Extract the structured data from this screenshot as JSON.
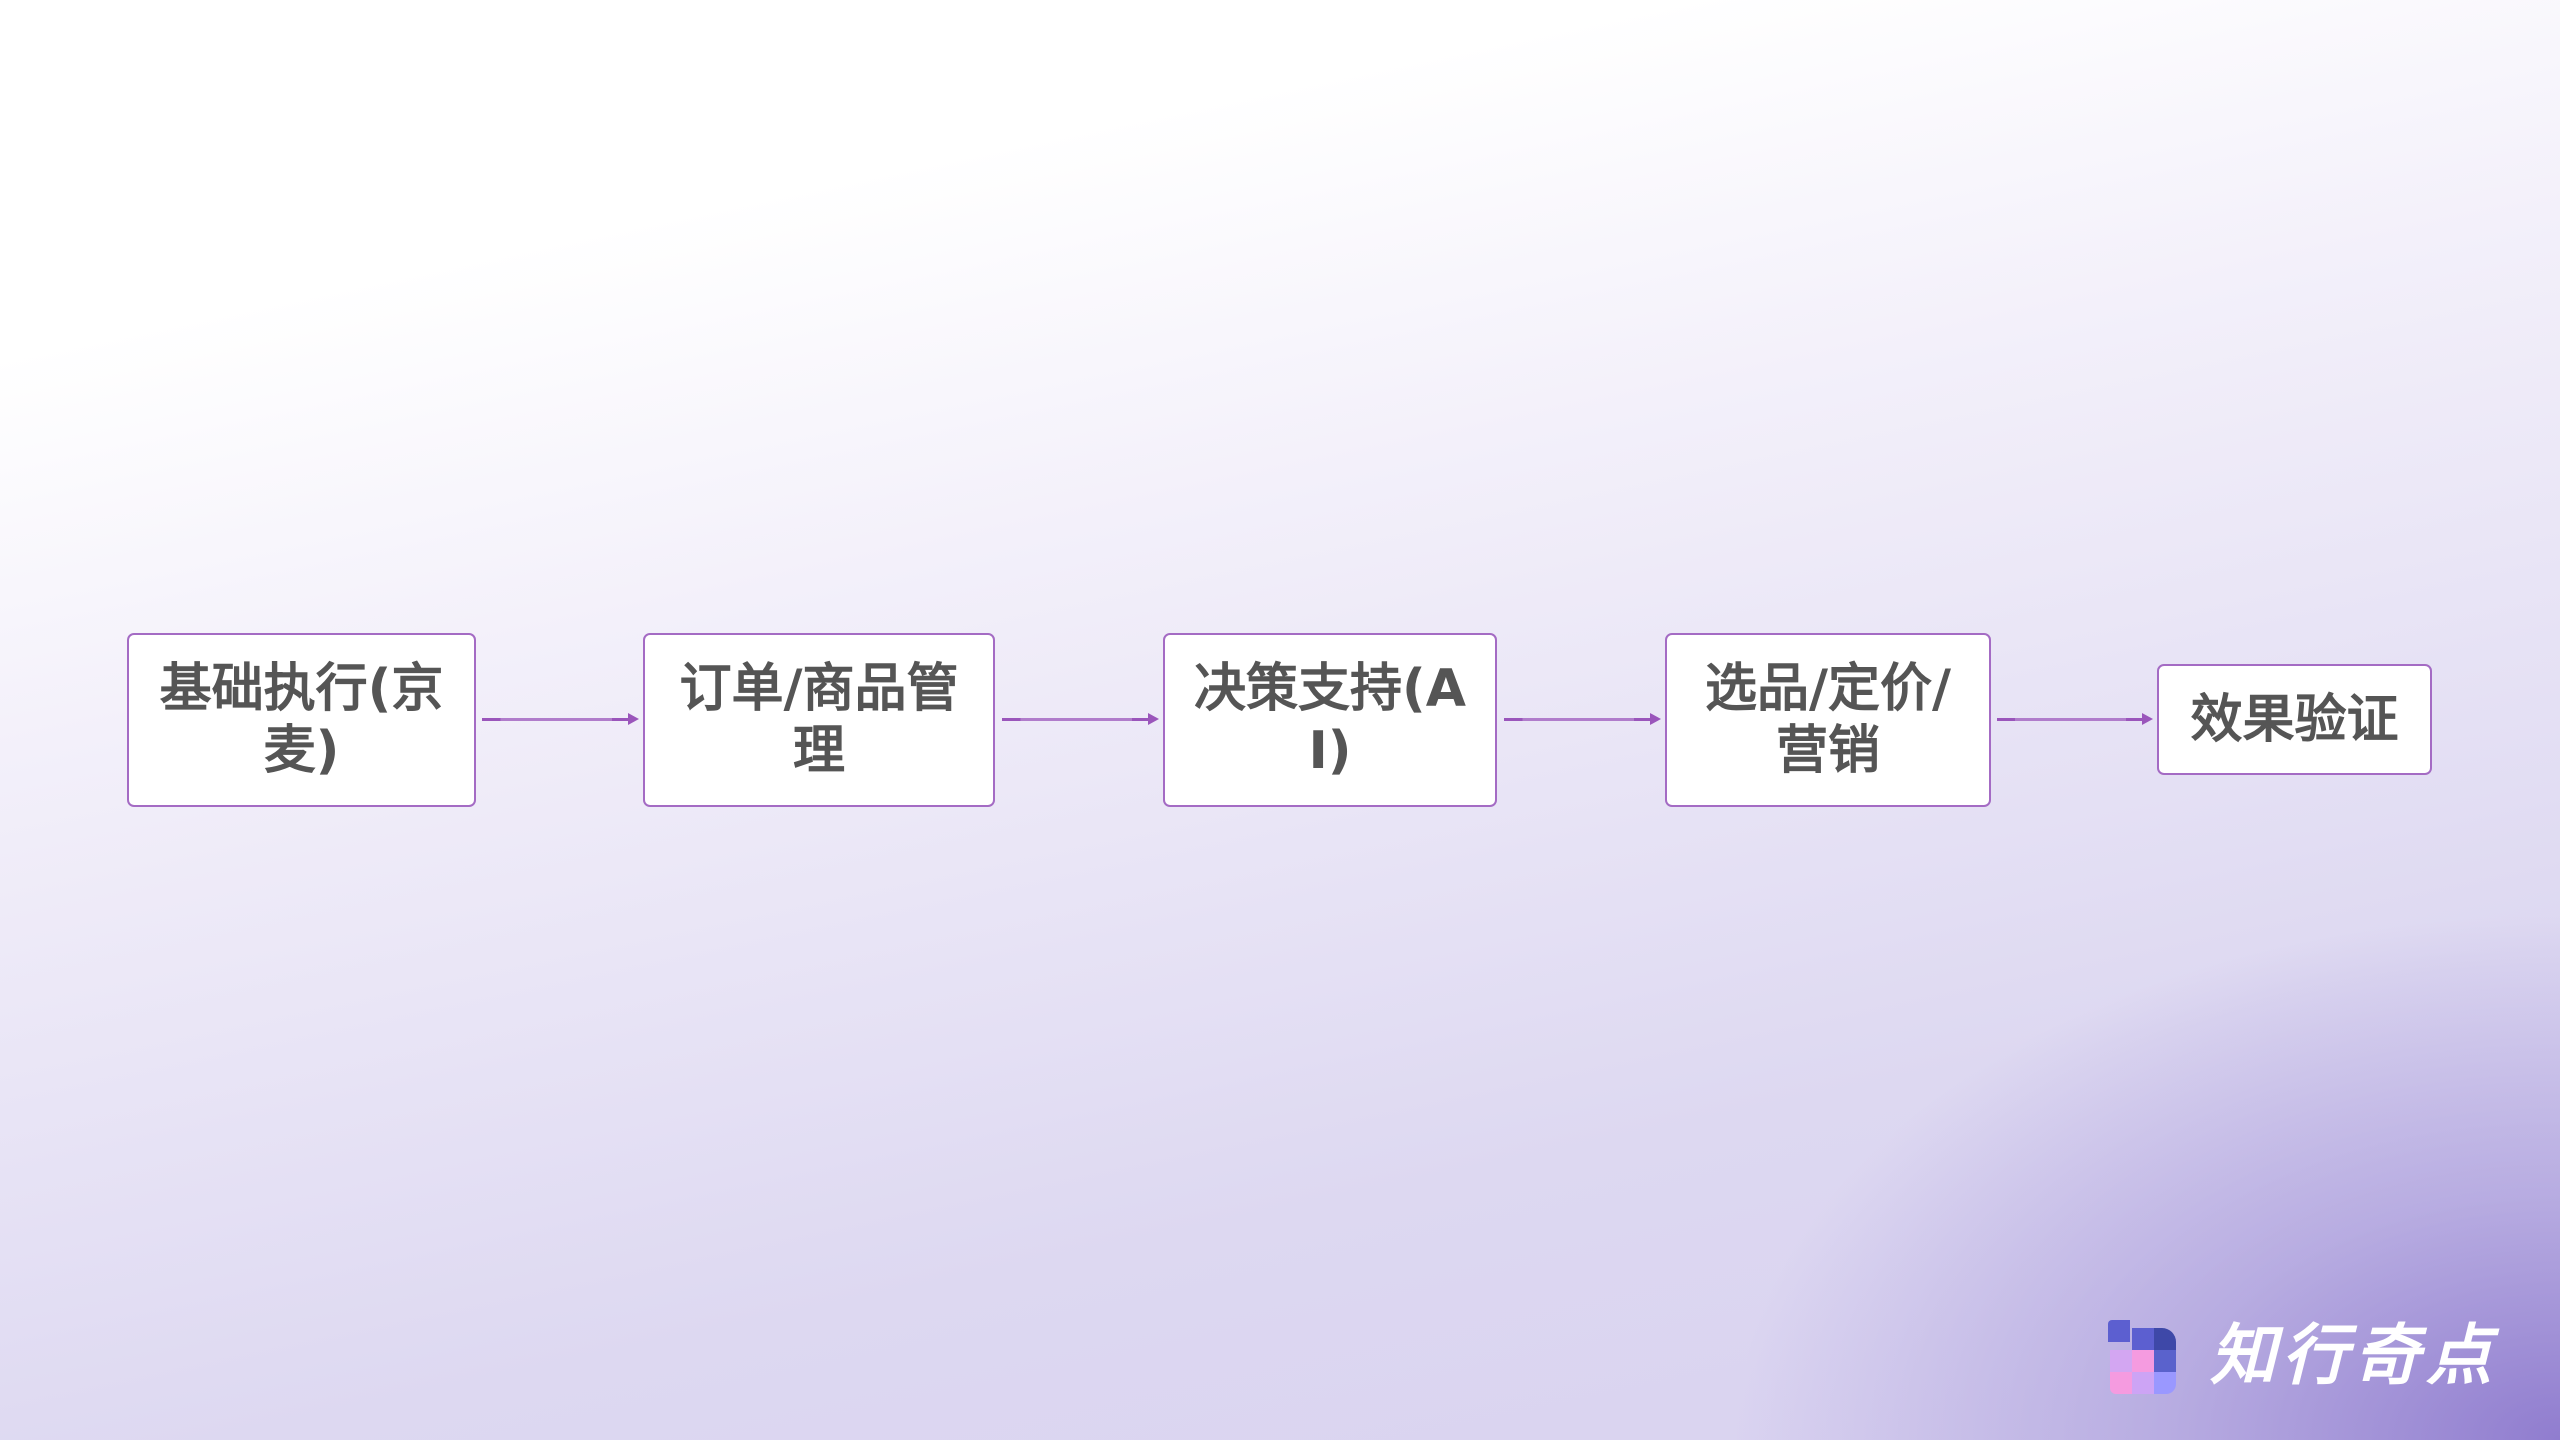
{
  "diagram": {
    "type": "flowchart",
    "direction": "left-to-right",
    "nodes": [
      {
        "id": "n1",
        "label": "基础执行(京麦)"
      },
      {
        "id": "n2",
        "label": "订单/商品管理"
      },
      {
        "id": "n3",
        "label": "决策支持(AI)"
      },
      {
        "id": "n4",
        "label": "选品/定价/营销"
      },
      {
        "id": "n5",
        "label": "效果验证"
      }
    ],
    "edges": [
      {
        "from": "n1",
        "to": "n2"
      },
      {
        "from": "n2",
        "to": "n3"
      },
      {
        "from": "n3",
        "to": "n4"
      },
      {
        "from": "n4",
        "to": "n5"
      }
    ]
  },
  "colors": {
    "node_border": "#a46bc4",
    "node_fill": "#ffffff",
    "node_text": "#555555",
    "arrow": "#9a55bb",
    "background_top": "#ffffff",
    "background_bottom": "#d8d1f0",
    "background_corner": "#9583d2"
  },
  "logo": {
    "icon": "pixel-grid-logo-icon",
    "text": "知行奇点"
  }
}
